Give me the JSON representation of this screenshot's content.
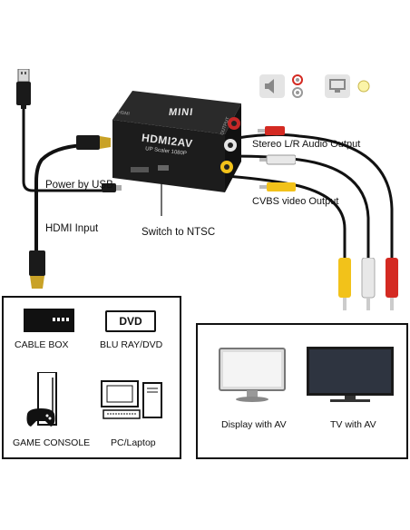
{
  "device": {
    "brand": "MINI",
    "model": "HDMI2AV",
    "subtitle": "UP Scaler 1080P",
    "side_left": "HDMI",
    "side_right": "OUTPUT"
  },
  "labels": {
    "power": "Power by USB",
    "hdmi_input": "HDMI Input",
    "switch": "Switch to NTSC",
    "stereo": "Stereo L/R Audio Output",
    "cvbs": "CVBS video Output"
  },
  "sources": {
    "dvd_badge": "DVD",
    "cable_box": "CABLE BOX",
    "blu_ray": "BLU RAY/DVD",
    "game_console": "GAME CONSOLE",
    "pc": "PC/Laptop"
  },
  "displays": {
    "monitor": "Display with AV",
    "tv": "TV with AV"
  },
  "colors": {
    "cable_red": "#d42a22",
    "cable_white": "#e8e8e8",
    "cable_yellow": "#f2c21a",
    "device_body": "#1c1c1c"
  }
}
